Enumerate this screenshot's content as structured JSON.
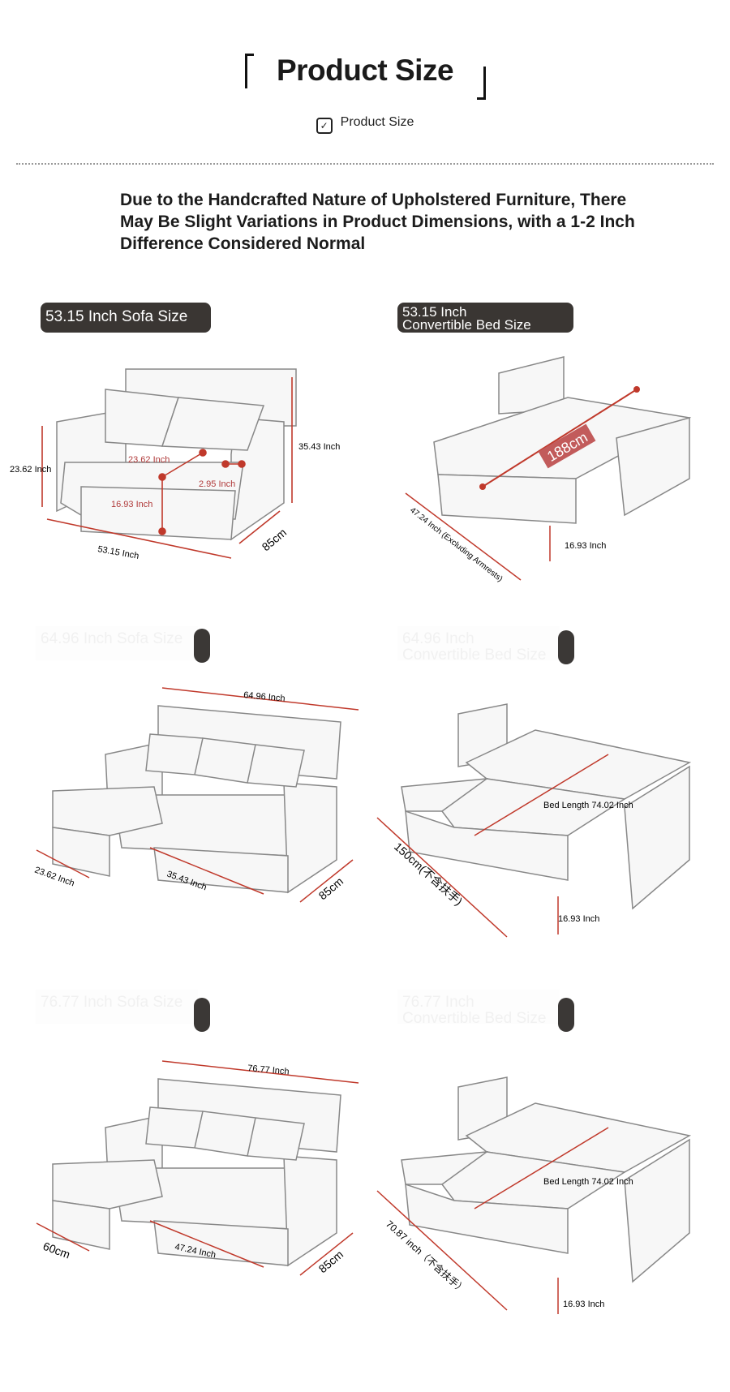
{
  "header": {
    "title": "Product Size",
    "subtitle": "Product Size",
    "subtitle_icon": "checkbox-icon"
  },
  "note": "Due to the Handcrafted Nature of Upholstered Furniture, There May Be Slight Variations in Product Dimensions, with a 1-2 Inch Difference Considered Normal",
  "panels": {
    "sofa_53": {
      "badge": "53.15 Inch Sofa Size",
      "dims": {
        "height": "23.62 Inch",
        "seat_depth": "23.62 Inch",
        "arm": "2.95 Inch",
        "seat_height": "16.93 Inch",
        "back_height": "35.43 Inch",
        "width": "53.15 Inch",
        "depth": "85cm"
      }
    },
    "bed_53": {
      "badge_line1": "53.15 Inch",
      "badge_line2": "Convertible Bed Size",
      "dims": {
        "length": "188cm",
        "width": "47.24 Inch (Excluding Armrests)",
        "height": "16.93 Inch"
      }
    },
    "sofa_64": {
      "badge": "64.96 Inch Sofa Size",
      "dims": {
        "width": "64.96 Inch",
        "ottoman": "23.62 Inch",
        "seat": "35.43 Inch",
        "depth": "85cm"
      }
    },
    "bed_64": {
      "badge": "64.96 Inch Convertible Bed Size",
      "dims": {
        "length": "Bed Length 74.02 Inch",
        "width": "150cm(不含扶手)",
        "height": "16.93 Inch"
      }
    },
    "sofa_76": {
      "badge": "76.77 Inch Sofa Size",
      "dims": {
        "width": "76.77 Inch",
        "ottoman": "60cm",
        "seat": "47.24 Inch",
        "depth": "85cm"
      }
    },
    "bed_76": {
      "badge": "76.77 Inch Convertible Bed Size",
      "dims": {
        "length": "Bed Length 74.02 Inch",
        "width": "70.87 inch（不含扶手）",
        "height": "16.93 Inch"
      }
    }
  },
  "colors": {
    "accent": "#c0392b",
    "badge_bg": "#3a3633",
    "line": "#777777"
  }
}
